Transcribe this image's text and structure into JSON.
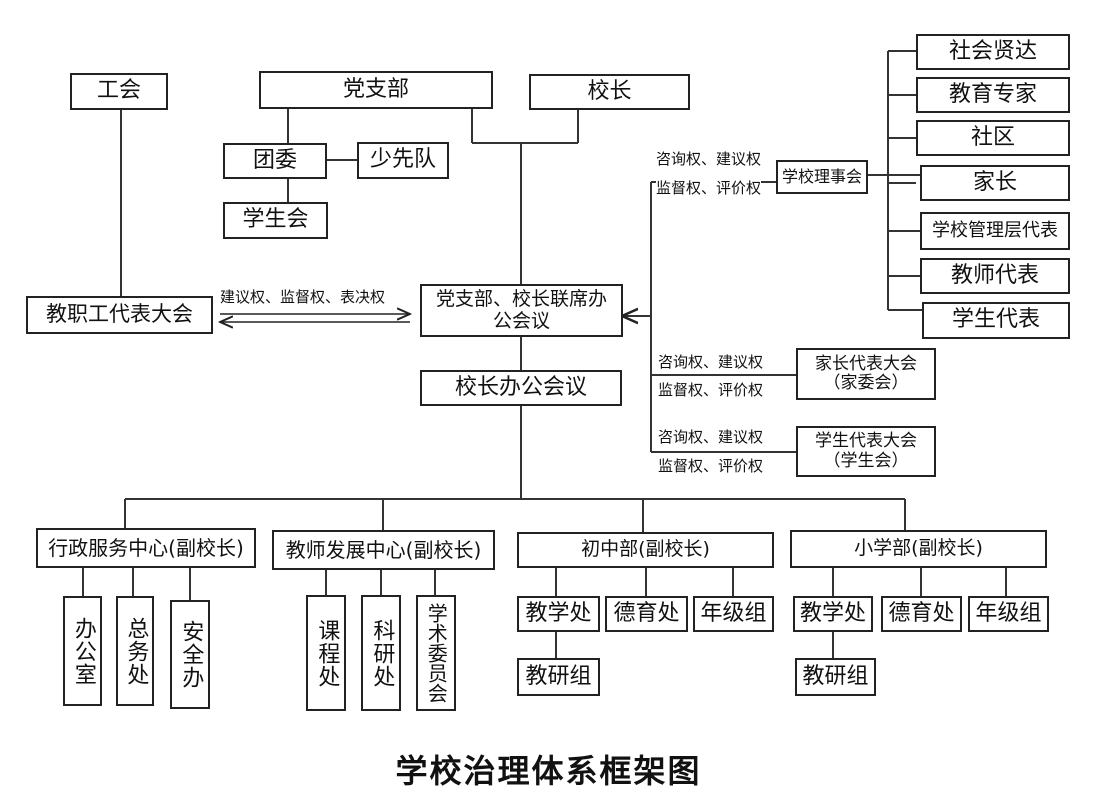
{
  "title": "学校治理体系框架图",
  "nodes": {
    "union": "工会",
    "party": "党支部",
    "principal": "校长",
    "league": "团委",
    "pioneers": "少先队",
    "student_union": "学生会",
    "staff_congress": "教职工代表大会",
    "joint_meeting": "党支部、校长联席办\n公会议",
    "office_meeting": "校长办公会议",
    "board": "学校理事会",
    "parent_congress": "家长代表大会\n（家委会）",
    "student_congress": "学生代表大会\n（学生会）",
    "admin_center": "行政服务中心(副校长)",
    "teacher_center": "教师发展中心(副校长)",
    "junior": "初中部(副校长)",
    "primary": "小学部(副校长)",
    "office": "办公室",
    "general_affairs": "总务处",
    "safety": "安全办",
    "curriculum": "课程处",
    "research": "科研处",
    "academic": "学术委员会",
    "jr_teaching": "教学处",
    "jr_moral": "德育处",
    "jr_grade": "年级组",
    "jr_research": "教研组",
    "pr_teaching": "教学处",
    "pr_moral": "德育处",
    "pr_grade": "年级组",
    "pr_research": "教研组"
  },
  "board_members": [
    "社会贤达",
    "教育专家",
    "社区",
    "家长",
    "学校管理层代表",
    "教师代表",
    "学生代表"
  ],
  "labels": {
    "staff_rights": "建议权、监督权、表决权",
    "consult": "咨询权、建议权",
    "supervise": "监督权、评价权"
  }
}
